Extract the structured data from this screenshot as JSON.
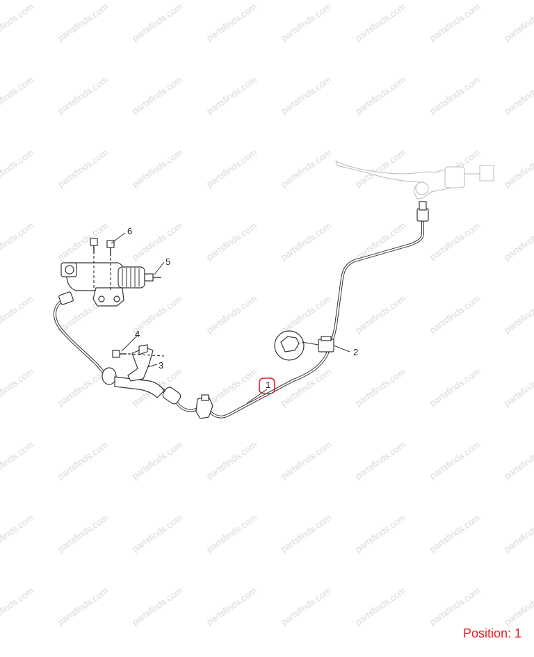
{
  "watermark": "partsfinds.com",
  "callouts": {
    "c1": "1",
    "c2": "2",
    "c3": "3",
    "c4": "4",
    "c5": "5",
    "c6": "6"
  },
  "position": "Position: 1",
  "colors": {
    "highlight": "#e31e24",
    "line": "#333333",
    "ghost": "#b9b9b9",
    "watermark": "#d9d9d9"
  }
}
